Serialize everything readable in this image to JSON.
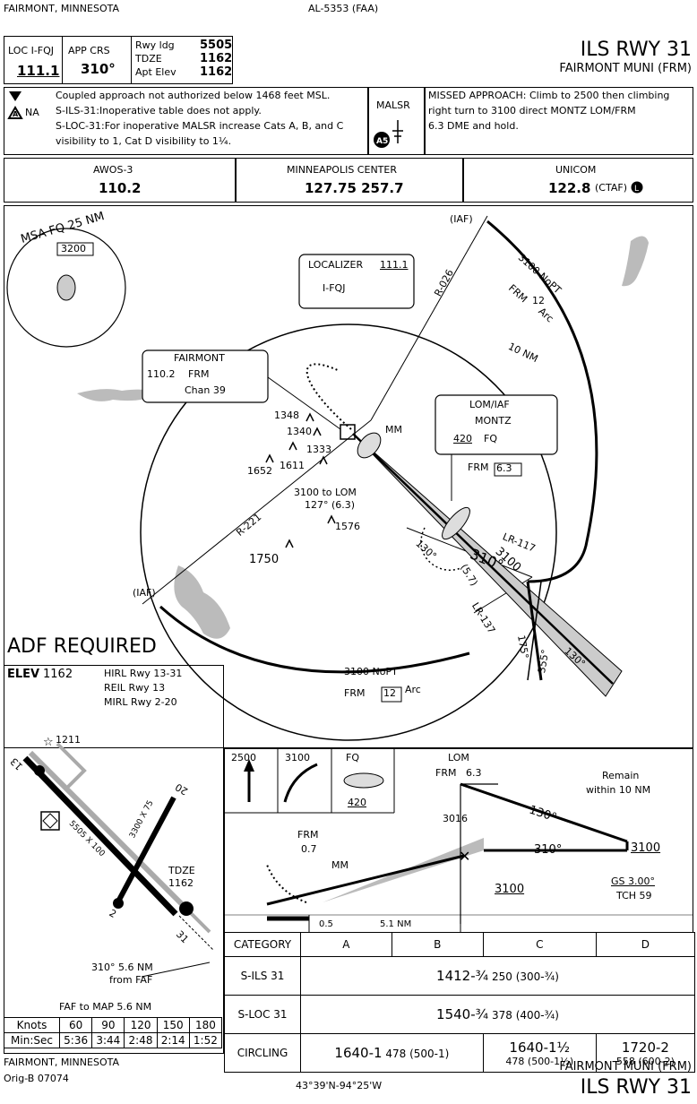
{
  "header": {
    "location": "FAIRMONT, MINNESOTA",
    "chart_id": "AL-5353 (FAA)",
    "title": "ILS RWY 31",
    "airport": "FAIRMONT MUNI (FRM)"
  },
  "info": {
    "loc_label": "LOC I-FQJ",
    "loc_freq": "111.1",
    "app_crs_label": "APP CRS",
    "app_crs": "310°",
    "rwy_ldg_label": "Rwy ldg",
    "rwy_ldg": "5505",
    "tdze_label": "TDZE",
    "tdze": "1162",
    "apt_elev_label": "Apt Elev",
    "apt_elev": "1162"
  },
  "notes": {
    "na": "NA",
    "line1": "Coupled approach not authorized below 1468 feet MSL.",
    "line2": "S-ILS-31:Inoperative table does not apply.",
    "line3": "S-LOC-31:For inoperative MALSR increase Cats A, B, and C",
    "line4": "visibility to 1, Cat D visibility to 1¼.",
    "malsr": "MALSR",
    "missed1": "MISSED APPROACH: Climb to 2500 then climbing",
    "missed2": "right turn to 3100 direct MONTZ LOM/FRM",
    "missed3": "6.3 DME and hold."
  },
  "comms": {
    "awos_label": "AWOS-3",
    "awos": "110.2",
    "center_label": "MINNEAPOLIS CENTER",
    "center": "127.75  257.7",
    "unicom_label": "UNICOM",
    "unicom": "122.8",
    "unicom_ctaf": "(CTAF)"
  },
  "plan": {
    "msa": "MSA FQ 25 NM",
    "msa_alt": "3200",
    "loc_box_title": "LOCALIZER",
    "loc_box_freq": "111.1",
    "loc_box_id": "I-FQJ",
    "vor_name": "FAIRMONT",
    "vor_freq": "110.2",
    "vor_id": "FRM",
    "vor_chan": "Chan 39",
    "lom_title": "LOM/IAF",
    "lom_name": "MONTZ",
    "lom_freq": "420",
    "lom_id": "FQ",
    "iaf": "(IAF)",
    "iaf2": "(IAF)",
    "r026": "R-026",
    "r221": "R-221",
    "lr117": "LR-117",
    "lr137": "LR-137",
    "arc_top": "3100 NoPT",
    "arc_top_frm": "FRM",
    "arc_top_dme": "12",
    "arc_top_word": "Arc",
    "ten_nm": "10 NM",
    "mm": "MM",
    "frm_dme_label": "FRM",
    "frm_dme": "6.3",
    "transition1": "3100 to LOM",
    "transition2": "127° (6.3)",
    "obs1": "1348",
    "obs2": "1340",
    "obs3": "1333",
    "obs4": "1652",
    "obs5": "1611",
    "obs6": "1576",
    "obs7": "1750",
    "alt3100": "3100",
    "crs310": "310°",
    "dist57": "(5.7)",
    "h130a": "130°",
    "h130b": "130°",
    "h175": "175°",
    "h355": "355°",
    "arc_bot": "3100 NoPT",
    "arc_bot_frm": "FRM",
    "arc_bot_dme": "12",
    "arc_bot_word": "Arc",
    "adf": "ADF REQUIRED"
  },
  "airport": {
    "elev_label": "ELEV",
    "elev": "1162",
    "hirl": "HIRL Rwy 13-31",
    "reil": "REIL Rwy 13",
    "mirl": "MIRL Rwy 2-20",
    "obs": "1211",
    "rwy13": "13",
    "rwy20": "20",
    "rwy2": "2",
    "rwy31": "31",
    "dim1": "5505 X 100",
    "dim2": "3300 X 75",
    "tdze_label": "TDZE",
    "tdze": "1162",
    "faf_note1": "310° 5.6 NM",
    "faf_note2": "from FAF",
    "faf_map": "FAF to MAP 5.6 NM"
  },
  "speed_table": {
    "knots_label": "Knots",
    "minsec_label": "Min:Sec",
    "knots": [
      "60",
      "90",
      "120",
      "150",
      "180"
    ],
    "times": [
      "5:36",
      "3:44",
      "2:48",
      "2:14",
      "1:52"
    ]
  },
  "profile": {
    "climb": "2500",
    "turn": "3100",
    "fix": "FQ",
    "fix_freq": "420",
    "lom": "LOM",
    "lom_frm": "FRM",
    "lom_dme": "6.3",
    "remain1": "Remain",
    "remain2": "within 10 NM",
    "h130": "130°",
    "h310": "310°",
    "alt_hold": "3100",
    "alt_gs": "3016",
    "alt_intercept": "3100",
    "frm_label": "FRM",
    "frm_dme": "0.7",
    "mm": "MM",
    "gs": "GS 3.00°",
    "tch": "TCH 59",
    "dist1": "0.5",
    "dist2": "5.1 NM"
  },
  "minimums": {
    "header": [
      "CATEGORY",
      "A",
      "B",
      "C",
      "D"
    ],
    "sils": {
      "label": "S-ILS 31",
      "main": "1412-¾",
      "sub": "250 (300-¾)"
    },
    "sloc": {
      "label": "S-LOC 31",
      "main": "1540-¾",
      "sub": "378 (400-¾)"
    },
    "circ": {
      "label": "CIRCLING",
      "ab_main": "1640-1",
      "ab_sub": "478 (500-1)",
      "c_main": "1640-1½",
      "c_sub": "478 (500-1½)",
      "d_main": "1720-2",
      "d_sub": "558 (600-2)"
    }
  },
  "footer": {
    "location": "FAIRMONT, MINNESOTA",
    "orig": "Orig-B  07074",
    "coords": "43°39'N-94°25'W",
    "airport": "FAIRMONT MUNI (FRM)",
    "title": "ILS RWY 31"
  }
}
